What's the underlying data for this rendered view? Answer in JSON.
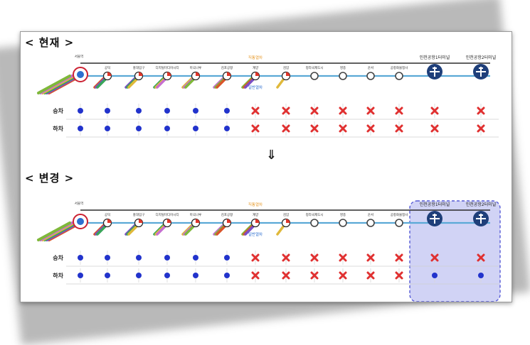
{
  "sections": [
    {
      "title": "< 현재 >",
      "express_label": "직통열차",
      "local_label": "일반열차",
      "boarding_label": "승차",
      "alighting_label": "하차",
      "highlight_airport": false
    },
    {
      "title": "< 변경 >",
      "express_label": "직통열차",
      "local_label": "일반열차",
      "boarding_label": "승차",
      "alighting_label": "하차",
      "highlight_airport": true
    }
  ],
  "arrow": "⇓",
  "origin_label": "서울역",
  "stations": [
    "공덕",
    "홍대입구",
    "디지털미디어시티",
    "마곡나루",
    "김포공항",
    "계양",
    "검암",
    "청라국제도시",
    "영종",
    "운서",
    "공항화물청사",
    "인천공항1터미널",
    "인천공항2터미널"
  ],
  "stops": {
    "current": {
      "boarding": [
        "stop",
        "stop",
        "stop",
        "stop",
        "stop",
        "stop",
        "no",
        "no",
        "no",
        "no",
        "no",
        "no",
        "no",
        "no"
      ],
      "alighting": [
        "stop",
        "stop",
        "stop",
        "stop",
        "stop",
        "stop",
        "no",
        "no",
        "no",
        "no",
        "no",
        "no",
        "no",
        "no"
      ]
    },
    "changed": {
      "boarding": [
        "stop",
        "stop",
        "stop",
        "stop",
        "stop",
        "stop",
        "no",
        "no",
        "no",
        "no",
        "no",
        "no",
        "no",
        "no"
      ],
      "alighting": [
        "stop",
        "stop",
        "stop",
        "stop",
        "stop",
        "stop",
        "no",
        "no",
        "no",
        "no",
        "no",
        "no",
        "stop",
        "stop"
      ]
    }
  },
  "colors": {
    "line": "#5aa9d6",
    "express": "#e79a2b",
    "local": "#2d6fd0",
    "dot": "#2233cc",
    "cross": "#e03030",
    "airport": "#1f3f7a",
    "highlight": "#c9ccf4",
    "highlight_border": "#3a3fd0"
  }
}
